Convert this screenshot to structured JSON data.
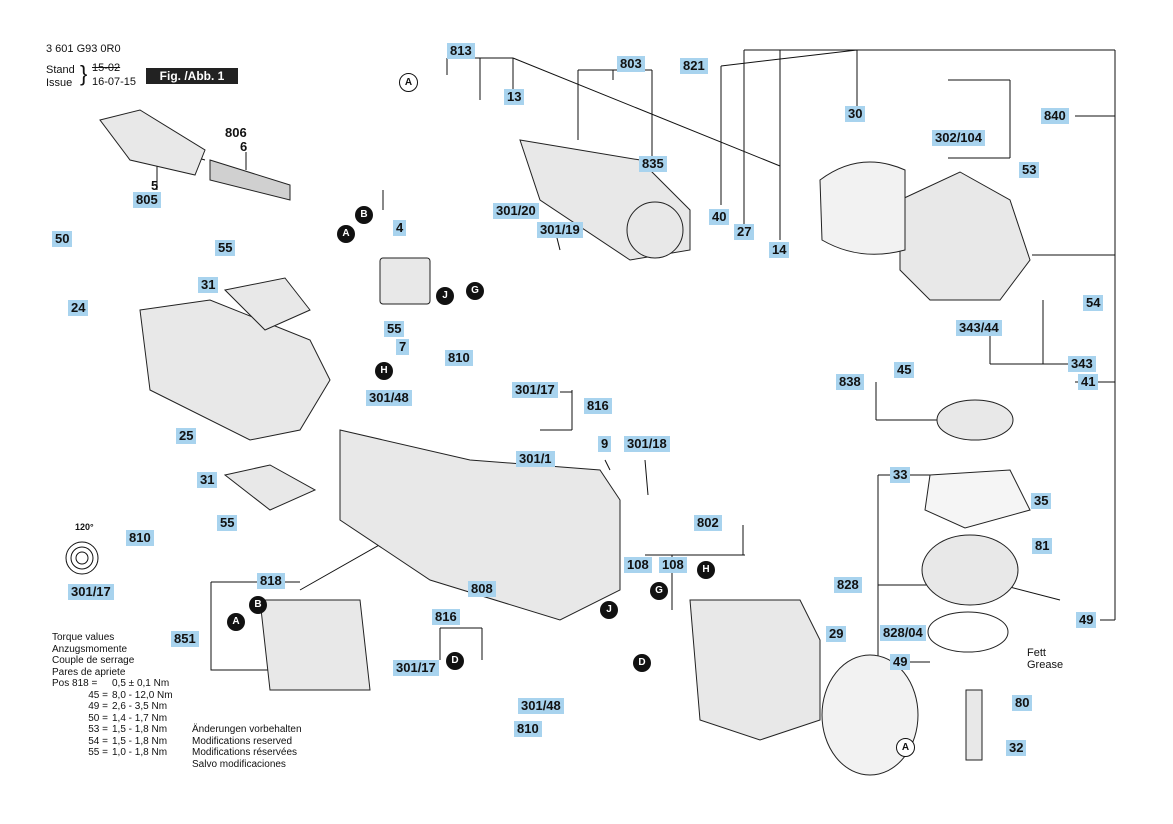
{
  "header": {
    "part_number": "3 601 G93 0R0",
    "stand_label": "Stand",
    "stand_value": "15-02",
    "issue_label": "Issue",
    "issue_value": "16-07-15",
    "figure_label": "Fig. /Abb. 1"
  },
  "labels": {
    "l813": "813",
    "l803": "803",
    "l821": "821",
    "l13": "13",
    "l806": "806",
    "l6": "6",
    "l5": "5",
    "l805": "805",
    "l835": "835",
    "l30": "30",
    "l840": "840",
    "l302": "302/104",
    "l53": "53",
    "l50": "50",
    "l55a": "55",
    "l31a": "31",
    "l24": "24",
    "l4": "4",
    "l30120": "301/20",
    "l30119": "301/19",
    "l40": "40",
    "l27": "27",
    "l14": "14",
    "l54": "54",
    "l34344": "343/44",
    "l343": "343",
    "l45": "45",
    "l838": "838",
    "l41": "41",
    "l55b": "55",
    "l7": "7",
    "l810a": "810",
    "l30117a": "301/17",
    "l30148a": "301/48",
    "l816a": "816",
    "l25": "25",
    "l9": "9",
    "l30118": "301/18",
    "l3011": "301/1",
    "l31b": "31",
    "l55c": "55",
    "l810b": "810",
    "l30117b": "301/17",
    "l818": "818",
    "l851": "851",
    "l808": "808",
    "l802": "802",
    "l108a": "108",
    "l108b": "108",
    "l816b": "816",
    "l30117c": "301/17",
    "l30148b": "301/48",
    "l810c": "810",
    "l33": "33",
    "l35": "35",
    "l81": "81",
    "l828": "828",
    "l82804": "828/04",
    "l49a": "49",
    "l49b": "49",
    "l29": "29",
    "l80": "80",
    "l32": "32"
  },
  "markers": {
    "A": "A",
    "B": "B",
    "D": "D",
    "G": "G",
    "H": "H",
    "J": "J"
  },
  "angle_label": "120°",
  "grease_note": [
    "Fett",
    "Grease"
  ],
  "torque": {
    "titles": [
      "Torque values",
      "Anzugsmomente",
      "Couple de serrage",
      "Pares de apriete"
    ],
    "rows": [
      {
        "pos": "Pos 818 =",
        "value": "0,5 ± 0,1 Nm"
      },
      {
        "pos": "45 =",
        "value": "8,0 - 12,0 Nm"
      },
      {
        "pos": "49 =",
        "value": "2,6 - 3,5 Nm"
      },
      {
        "pos": "50 =",
        "value": "1,4 - 1,7 Nm"
      },
      {
        "pos": "53 =",
        "value": "1,5 - 1,8 Nm"
      },
      {
        "pos": "54 =",
        "value": "1,5 - 1,8 Nm"
      },
      {
        "pos": "55 =",
        "value": "1,0 - 1,8 Nm"
      }
    ]
  },
  "modifications": [
    "Änderungen vorbehalten",
    "Modifications reserved",
    "Modifications réservées",
    "Salvo modificaciones"
  ]
}
